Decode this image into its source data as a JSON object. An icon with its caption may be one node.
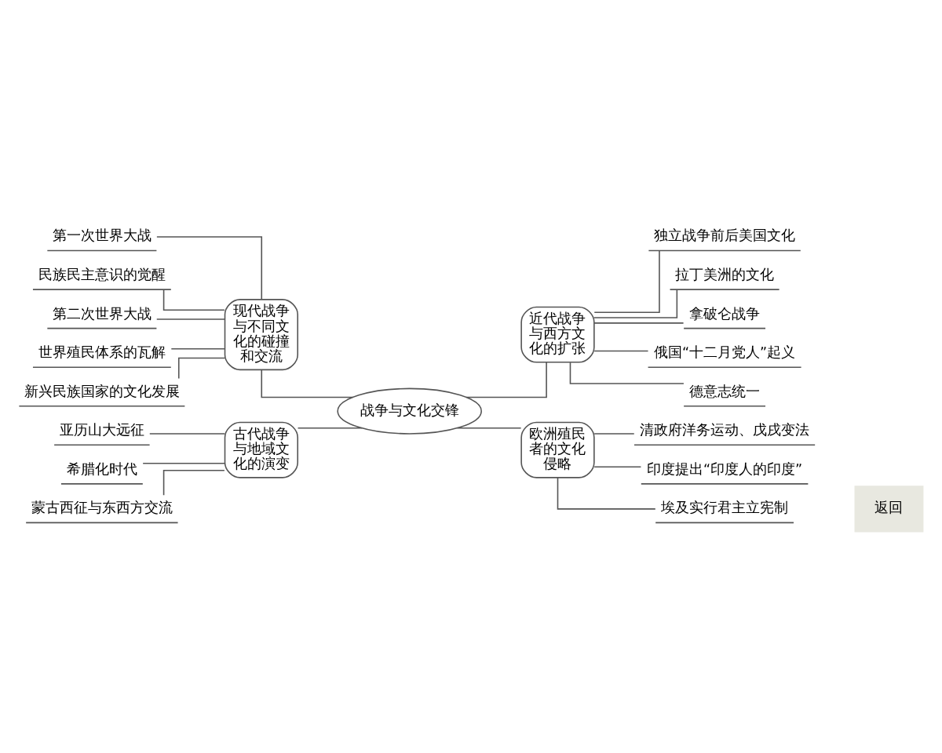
{
  "diagram": {
    "nodes": [
      {
        "text": [
          "古代战争与地域文化的演变"
        ]
      },
      {
        "text": [
          "亚历山大远征"
        ]
      },
      {
        "text": [
          "希腊化时代"
        ]
      },
      {
        "text": [
          "蒙古西征与东西方交流"
        ]
      },
      {
        "text": [
          "现代战争与不同文化的碰撞和交流"
        ]
      },
      {
        "text": [
          "第一次世界大战"
        ]
      },
      {
        "text": [
          "民族民主意识的觉醒"
        ]
      },
      {
        "text": [
          "第二次世界大战"
        ]
      },
      {
        "text": [
          "世界殖民体系的瓦解"
        ]
      },
      {
        "text": [
          "新兴民族国家的文化发展"
        ]
      },
      {
        "text": [
          "战争与文化交锋"
        ]
      },
      {
        "text": [
          "近代战争与西方文化的扩张"
        ]
      },
      {
        "text": [
          "独立战争前后美国文化"
        ]
      },
      {
        "text": [
          "拉丁美洲的文化"
        ]
      },
      {
        "text": [
          "拿破仑战争"
        ]
      },
      {
        "text": [
          "俄国“十二月党人”起义"
        ]
      },
      {
        "text": [
          "德意志统一"
        ]
      },
      {
        "text": [
          "欧洲殖民者的文化侵略"
        ]
      },
      {
        "text": [
          "清政府洋务运动、戊戌变法"
        ]
      },
      {
        "text": [
          "印度提出“印度人的印度”"
        ]
      },
      {
        "text": [
          "埃及实行君主立宪制"
        ]
      }
    ],
    "edges": [
      {
        "from": 1,
        "to": 0,
        "arrow": "none"
      },
      {
        "from": 2,
        "to": 0,
        "arrow": "none"
      },
      {
        "from": 3,
        "to": 0,
        "arrow": "none"
      },
      {
        "from": 5,
        "to": 4,
        "arrow": "none"
      },
      {
        "from": 6,
        "to": 4,
        "arrow": "none"
      },
      {
        "from": 7,
        "to": 4,
        "arrow": "none"
      },
      {
        "from": 8,
        "to": 4,
        "arrow": "none"
      },
      {
        "from": 9,
        "to": 4,
        "arrow": "none"
      },
      {
        "from": 0,
        "to": 10,
        "arrow": "none"
      },
      {
        "from": 4,
        "to": 10,
        "arrow": "none"
      },
      {
        "from": 10,
        "to": 11,
        "arrow": "none"
      },
      {
        "from": 10,
        "to": 17,
        "arrow": "none"
      },
      {
        "from": 11,
        "to": 12,
        "arrow": "none"
      },
      {
        "from": 11,
        "to": 13,
        "arrow": "none"
      },
      {
        "from": 11,
        "to": 14,
        "arrow": "none"
      },
      {
        "from": 11,
        "to": 15,
        "arrow": "none"
      },
      {
        "from": 11,
        "to": 16,
        "arrow": "none"
      },
      {
        "from": 17,
        "to": 18,
        "arrow": "none"
      },
      {
        "from": 17,
        "to": 19,
        "arrow": "none"
      },
      {
        "from": 17,
        "to": 20,
        "arrow": "none"
      }
    ],
    "labels": [
      "返回"
    ]
  }
}
